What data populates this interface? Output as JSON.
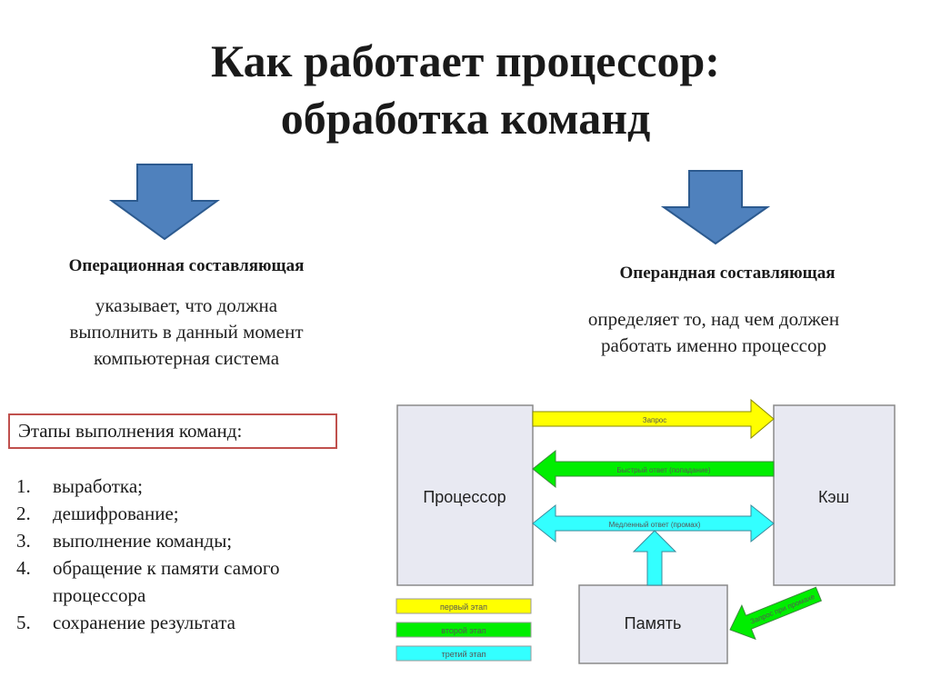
{
  "title": {
    "line1": "Как работает процессор:",
    "line2": "обработка команд"
  },
  "operational": {
    "heading": "Операционная составляющая",
    "desc_lines": [
      "указывает, что должна",
      "выполнить в данный момент",
      "компьютерная система"
    ]
  },
  "operand": {
    "heading": "Операндная составляющая",
    "desc_lines": [
      "определяет то, над чем должен",
      "работать именно процессор"
    ]
  },
  "stages": {
    "box_label": "Этапы выполнения команд:",
    "items": [
      {
        "num": "1.",
        "text": "выработка;"
      },
      {
        "num": "2.",
        "text": "дешифрование;"
      },
      {
        "num": "3.",
        "text": "выполнение команды;"
      },
      {
        "num": "4.",
        "text": "обращение к памяти самого"
      },
      {
        "num": "",
        "text": "процессора"
      },
      {
        "num": "5.",
        "text": "сохранение результата"
      }
    ]
  },
  "diagram": {
    "processor": "Процессор",
    "cache": "Кэш",
    "memory": "Память",
    "arrow_request": "Запрос",
    "arrow_fast": "Быстрый ответ (попадание)",
    "arrow_slow": "Медленный ответ (промах)",
    "arrow_miss": "Запрос при промахе",
    "legend": [
      "первый этап",
      "второй этап",
      "третий этап"
    ],
    "colors": {
      "yellow": "#ffff00",
      "green": "#00ee00",
      "cyan": "#33ffff",
      "box_fill": "#e8e9f2",
      "box_stroke": "#8a8a8a",
      "arrow_blue": "#4f81bd",
      "arrow_blue_stroke": "#2c5a8f"
    }
  }
}
